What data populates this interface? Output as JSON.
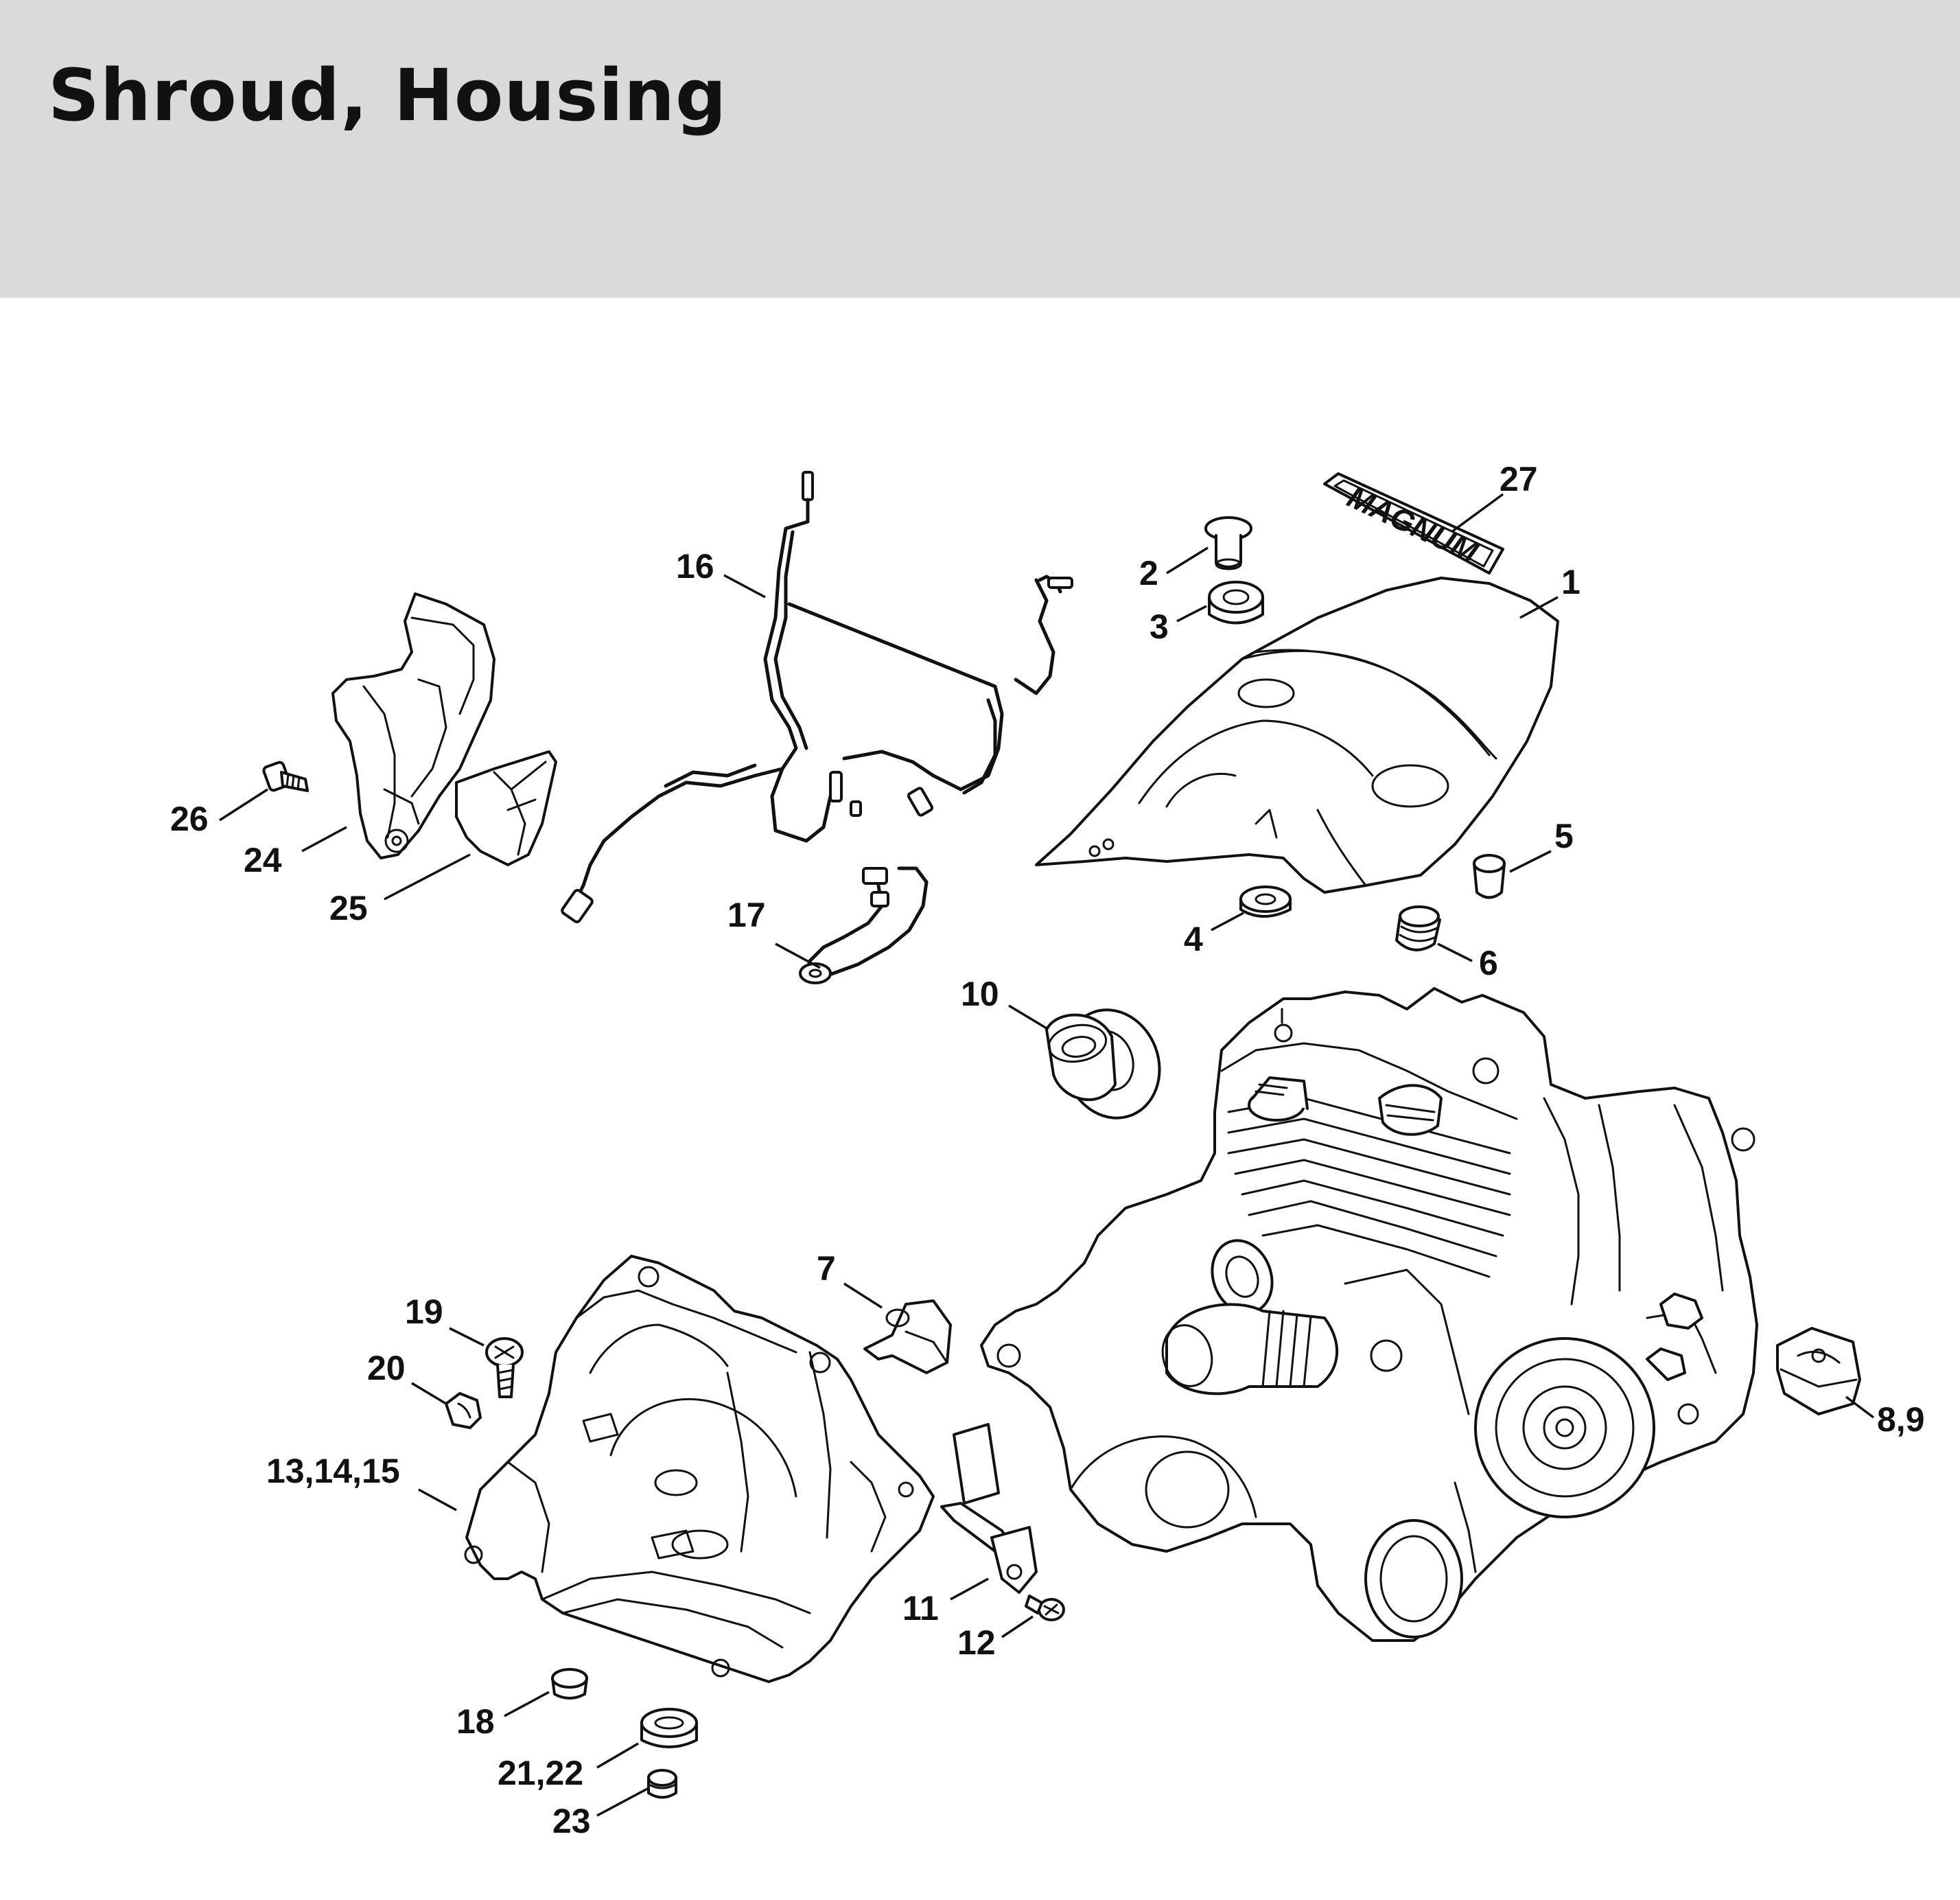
{
  "header": {
    "title": "Shroud, Housing",
    "background": "#d9dbdb"
  },
  "decal": {
    "text": "MAGNUM"
  },
  "callouts": {
    "c1": "1",
    "c2": "2",
    "c3": "3",
    "c4": "4",
    "c5": "5",
    "c6": "6",
    "c7": "7",
    "c89": "8,9",
    "c10": "10",
    "c11": "11",
    "c12": "12",
    "c131415": "13,14,15",
    "c16": "16",
    "c17": "17",
    "c18": "18",
    "c19": "19",
    "c20": "20",
    "c2122": "21,22",
    "c23": "23",
    "c24": "24",
    "c25": "25",
    "c26": "26",
    "c27": "27"
  }
}
